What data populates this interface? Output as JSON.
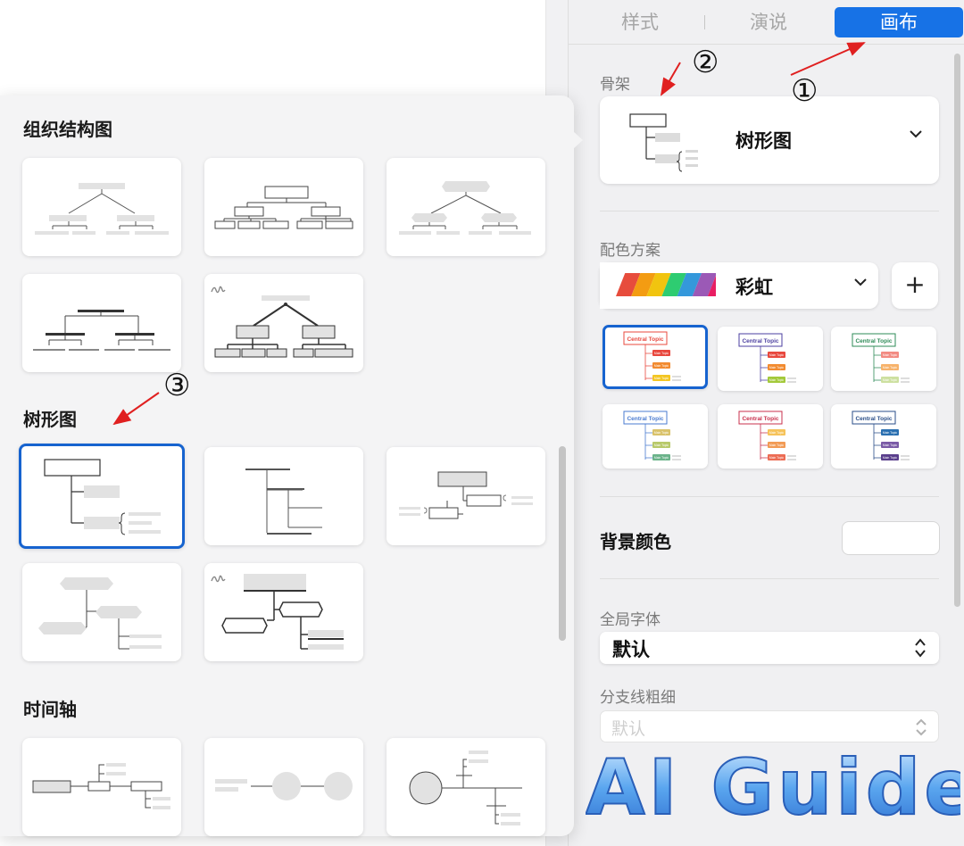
{
  "tabs": [
    {
      "label": "样式"
    },
    {
      "label": "演说"
    },
    {
      "label": "画布"
    }
  ],
  "inspector": {
    "skeleton": {
      "label": "骨架",
      "value": "树形图"
    },
    "palette": {
      "label": "配色方案",
      "value": "彩虹",
      "add": "+"
    },
    "themes": [
      {
        "central": "Central Topic",
        "main": "Main Topic",
        "accent": "#e8483e",
        "colors": [
          "#e8483e",
          "#f28b30",
          "#f3c623"
        ]
      },
      {
        "central": "Central Topic",
        "main": "Main Topic",
        "accent": "#4b3fa0",
        "colors": [
          "#e8483e",
          "#f28b30",
          "#a3c93a"
        ]
      },
      {
        "central": "Central Topic",
        "main": "Main Topic",
        "accent": "#2e8b57",
        "colors": [
          "#f28b82",
          "#f7b36b",
          "#cde0a0"
        ]
      },
      {
        "central": "Central Topic",
        "main": "Main Topic",
        "accent": "#4a7bd0",
        "colors": [
          "#d9c26a",
          "#b8c96a",
          "#6bb38a"
        ]
      },
      {
        "central": "Central Topic",
        "main": "Main Topic",
        "accent": "#c8304c",
        "colors": [
          "#f6c35a",
          "#f29b55",
          "#ec6c54"
        ]
      },
      {
        "central": "Central Topic",
        "main": "Main Topic",
        "accent": "#2a4e88",
        "colors": [
          "#2a6fb0",
          "#7a5aa6",
          "#5a3f8c"
        ]
      }
    ],
    "bg_color": {
      "label": "背景颜色",
      "value": "#ffffff"
    },
    "global_font": {
      "label": "全局字体",
      "value": "默认"
    },
    "branch_width": {
      "label": "分支线粗细",
      "value": "默认"
    },
    "rainbow_colors": [
      "#e74c3c",
      "#f39c12",
      "#f1c40f",
      "#2ecc71",
      "#3498db",
      "#9b59b6",
      "#e91e63"
    ]
  },
  "popover": {
    "groups": [
      {
        "title": "组织结构图"
      },
      {
        "title": "树形图"
      },
      {
        "title": "时间轴"
      }
    ]
  },
  "annotations": {
    "one": "①",
    "two": "②",
    "three": "③"
  },
  "watermark": {
    "text": "AI Guide"
  }
}
